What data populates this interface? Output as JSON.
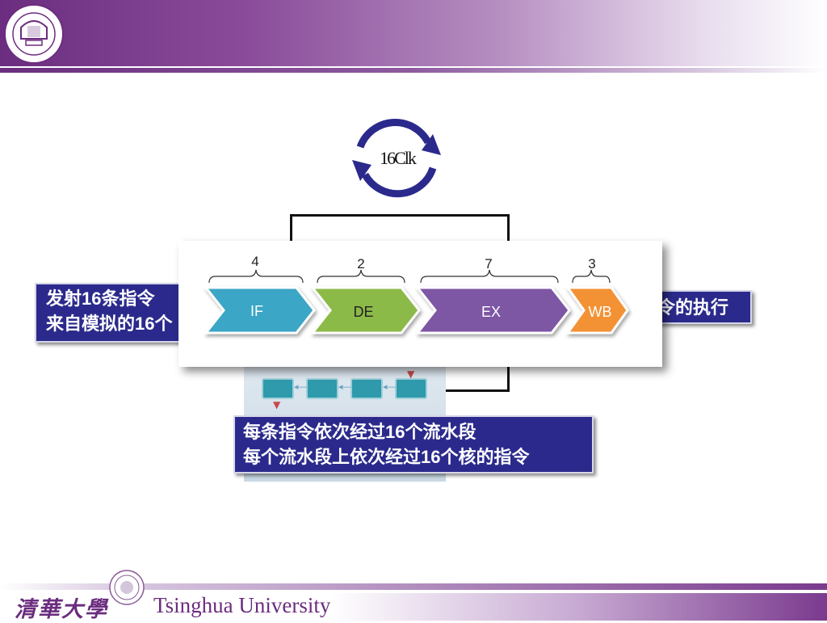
{
  "header": {
    "logo": "tsinghua-university-seal"
  },
  "clock": {
    "label": "16Clk"
  },
  "left_box": {
    "line1": "发射16条指令",
    "line2": "来自模拟的16个"
  },
  "right_box": {
    "text": "令的执行"
  },
  "bottom_box": {
    "line1": "每条指令依次经过16个流水段",
    "line2": "每个流水段上依次经过16个核的指令"
  },
  "pipeline": {
    "stages": [
      {
        "name": "IF",
        "count": "4",
        "color": "#3aa6c6"
      },
      {
        "name": "DE",
        "count": "2",
        "color": "#8cba4a"
      },
      {
        "name": "EX",
        "count": "7",
        "color": "#7d57a4"
      },
      {
        "name": "WB",
        "count": "3",
        "color": "#f39234"
      }
    ]
  },
  "footer": {
    "calligraphy": "清華大學",
    "university_name": "Tsinghua University"
  }
}
